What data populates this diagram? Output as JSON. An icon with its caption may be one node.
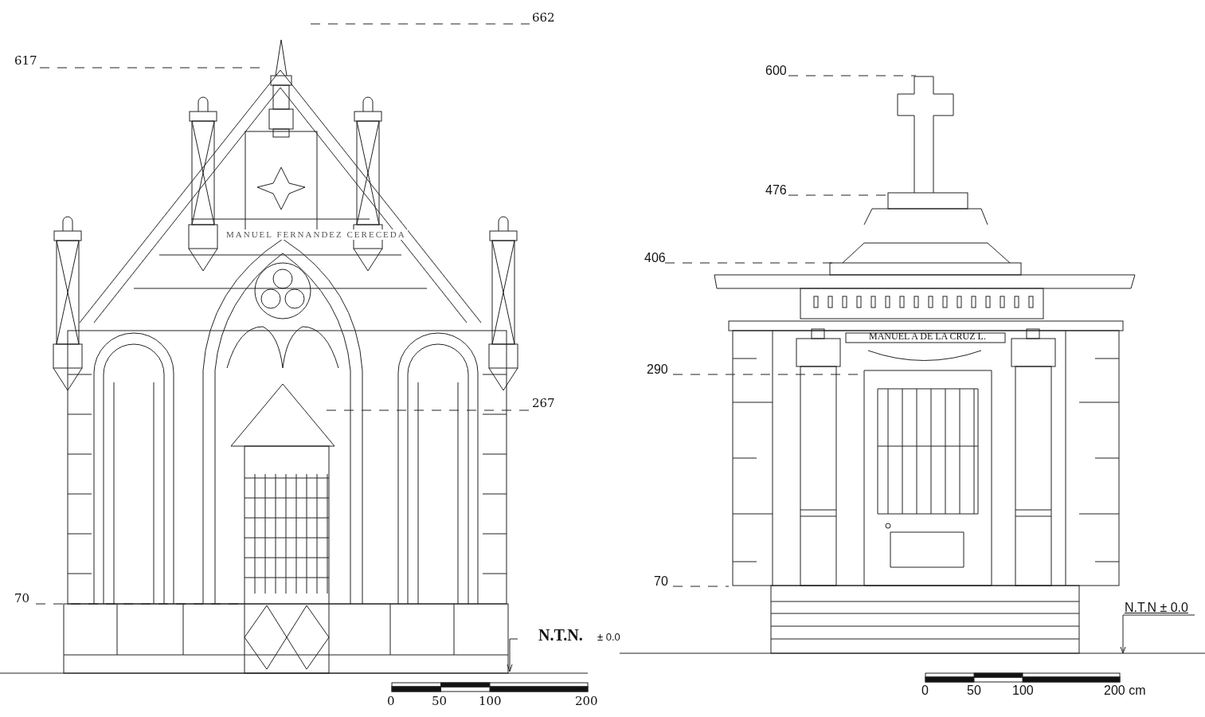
{
  "diagram": {
    "labels": [
      "662",
      "617",
      "MANUEL FERNANDEZ CERECEDA",
      "267",
      "70",
      "N.T.N.",
      "± 0.0",
      "0",
      "50",
      "100",
      "200",
      "600",
      "476",
      "406",
      "MANUEL A DE LA CRUZ L.",
      "290",
      "70",
      "N.T.N ± 0.0",
      "0",
      "50",
      "100",
      "200 cm"
    ]
  }
}
